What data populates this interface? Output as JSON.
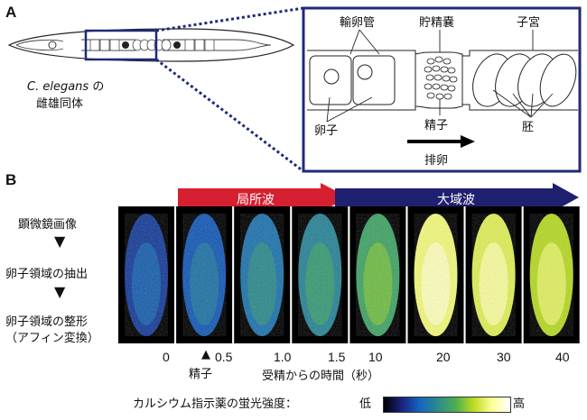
{
  "panel_a": {
    "label": "A",
    "worm_caption_line1_italic": "C. elegans",
    "worm_caption_line1_suffix": " の",
    "worm_caption_line2": "雌雄同体",
    "zoom": {
      "oviduct": "輸卵管",
      "spermatheca": "貯精嚢",
      "uterus": "子宮",
      "oocyte": "卵子",
      "sperm": "精子",
      "embryo": "胚",
      "ovulation": "排卵"
    }
  },
  "panel_b": {
    "label": "B",
    "wave_local": "局所波",
    "wave_global": "大域波",
    "steps": [
      "顕微鏡画像",
      "卵子領域の抽出",
      "卵子領域の整形"
    ],
    "step_note": "（アフィン変換）",
    "timepoints": [
      "0",
      "0.5",
      "1.0",
      "1.5",
      "10",
      "20",
      "30",
      "40"
    ],
    "sperm_marker": "精子",
    "time_axis_label": "受精からの時間（秒）",
    "colorbar": {
      "label": "カルシウム指示薬の蛍光強度：",
      "low": "低",
      "high": "高",
      "colors": [
        "#000000",
        "#1a237e",
        "#1565c0",
        "#2e8b8b",
        "#4caf50",
        "#c0dc20",
        "#ffff99",
        "#ffffff"
      ]
    },
    "frames": [
      {
        "intensity": 0.2
      },
      {
        "intensity": 0.26
      },
      {
        "intensity": 0.34
      },
      {
        "intensity": 0.4
      },
      {
        "intensity": 0.52
      },
      {
        "intensity": 0.82
      },
      {
        "intensity": 0.78
      },
      {
        "intensity": 0.7
      }
    ]
  },
  "colors": {
    "zoom_border": "#1f2a7a",
    "local_wave": "#d61f30",
    "global_wave": "#202070"
  }
}
